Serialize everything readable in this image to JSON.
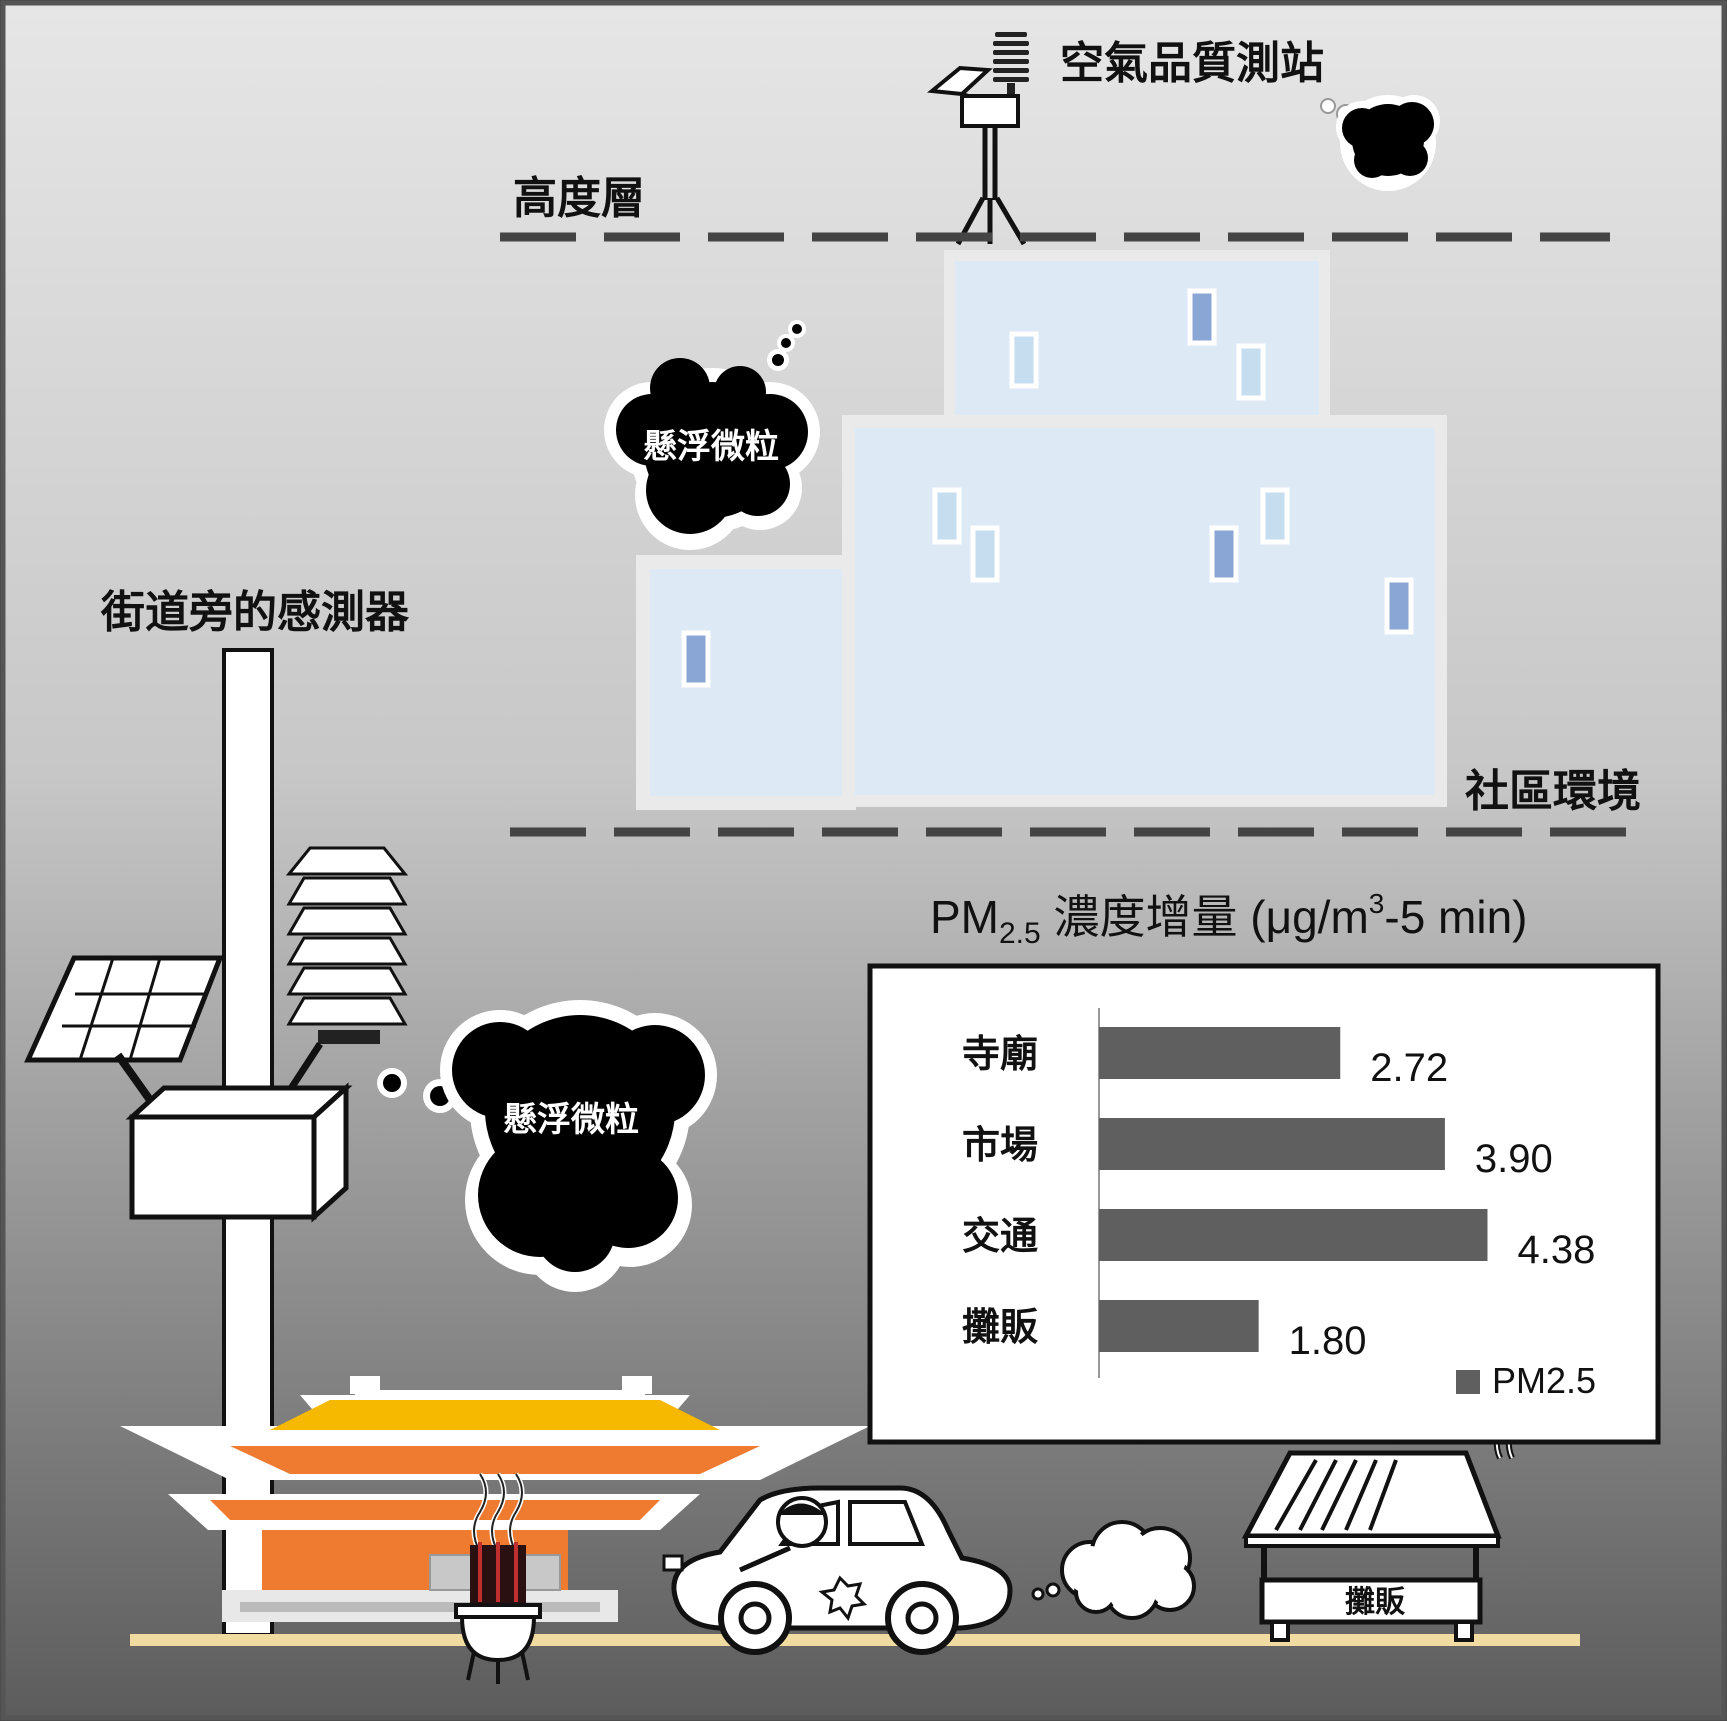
{
  "labels": {
    "monitor_station": "空氣品質測站",
    "height_layer": "高度層",
    "community_env": "社區環境",
    "street_sensor": "街道旁的感測器",
    "particles_upper": "懸浮微粒",
    "particles_lower": "懸浮微粒",
    "stall_sign": "攤販"
  },
  "colors": {
    "building_fill": "#dde9f5",
    "window_light": "#c6dcef",
    "window_dark": "#8aa6d4",
    "bar": "#5f5f5f",
    "temple_roof": "#f7b900",
    "temple_wall": "#ee7b2f"
  },
  "chart_data": {
    "type": "bar",
    "orientation": "horizontal",
    "title": "PM2.5 濃度增量 (μg/m3-5 min)",
    "title_parts": {
      "main": "PM",
      "sub": "2.5",
      "mid": " 濃度增量 (μg/m",
      "sup": "3",
      "end": "-5 min)"
    },
    "categories": [
      "寺廟",
      "市場",
      "交通",
      "攤販"
    ],
    "series": [
      {
        "name": "PM2.5",
        "values": [
          2.72,
          3.9,
          4.38,
          1.8
        ]
      }
    ],
    "value_labels": [
      "2.72",
      "3.90",
      "4.38",
      "1.80"
    ],
    "xlim": [
      0,
      4.6
    ],
    "grid": false,
    "legend": "bottom-right"
  }
}
